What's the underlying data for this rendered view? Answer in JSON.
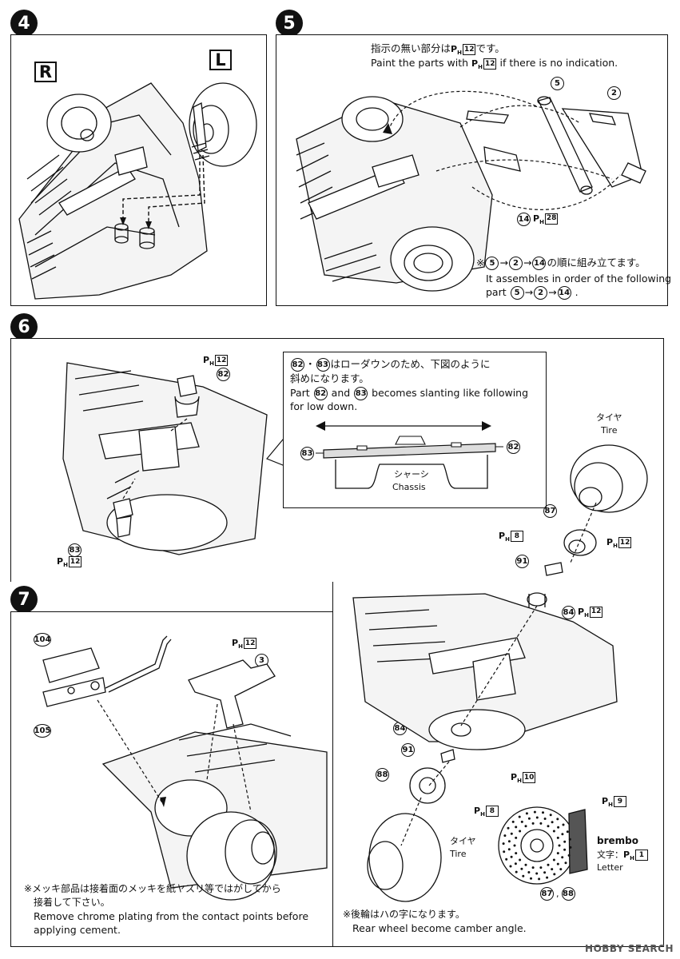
{
  "steps": {
    "s4": {
      "num": "4",
      "right_label": "R",
      "left_label": "L"
    },
    "s5": {
      "num": "5",
      "note_jp": "指示の無い部分は",
      "note_jp_tail": "です。",
      "note_en_a": "Paint the parts with",
      "note_en_b": "if there is no indication.",
      "paint_code": "12",
      "part_a": "5",
      "part_b": "2",
      "part_c": "14",
      "part_c_paint": "28",
      "order_jp_prefix": "※",
      "order_jp_suffix": "の順に組み立てます。",
      "order_en_1": "It assembles in order of the following",
      "order_en_2_prefix": "part",
      "arrow": "→"
    },
    "s6": {
      "num": "6",
      "part_a": "82",
      "part_a_paint": "12",
      "part_b": "83",
      "part_b_paint": "12",
      "callout_jp_mid": "・",
      "callout_jp_1": "はローダウンのため、下図のように",
      "callout_jp_2": "斜めになります。",
      "callout_en_1_a": "Part",
      "callout_en_1_and": "and",
      "callout_en_1_b": "becomes slanting like following",
      "callout_en_2": "for low down.",
      "chassis_jp": "シャーシ",
      "chassis_en": "Chassis",
      "tire_jp": "タイヤ",
      "tire_en": "Tire",
      "part_87": "87",
      "part_87_paint_left": "8",
      "part_87_paint_right": "12",
      "part_91": "91",
      "part_84": "84",
      "part_84_paint": "12"
    },
    "s7": {
      "num": "7",
      "part_104": "104",
      "part_105": "105",
      "part_3": "3",
      "part_3_paint": "12",
      "note_jp_1": "※メッキ部品は接着面のメッキを紙ヤスリ等ではがしてから",
      "note_jp_2": "接着して下さい。",
      "note_en_1": "Remove chrome plating from the contact points before",
      "note_en_2": "applying cement."
    },
    "rear": {
      "part_84": "84",
      "part_91": "91",
      "part_88": "88",
      "tire_jp": "タイヤ",
      "tire_en": "Tire",
      "disc_paint": "10",
      "disc_left_paint": "8",
      "caliper_paint": "9",
      "brand": "brembo",
      "letter_jp": "文字：",
      "letter_paint": "1",
      "letter_en": "Letter",
      "parts_bottom_a": "87",
      "parts_bottom_sep": ",",
      "parts_bottom_b": "88",
      "note_jp": "※後輪はハの字になります。",
      "note_en": "Rear wheel become camber angle."
    },
    "paint_prefix": "P",
    "paint_sub": "H"
  },
  "watermark": "HOBBY SEARCH"
}
